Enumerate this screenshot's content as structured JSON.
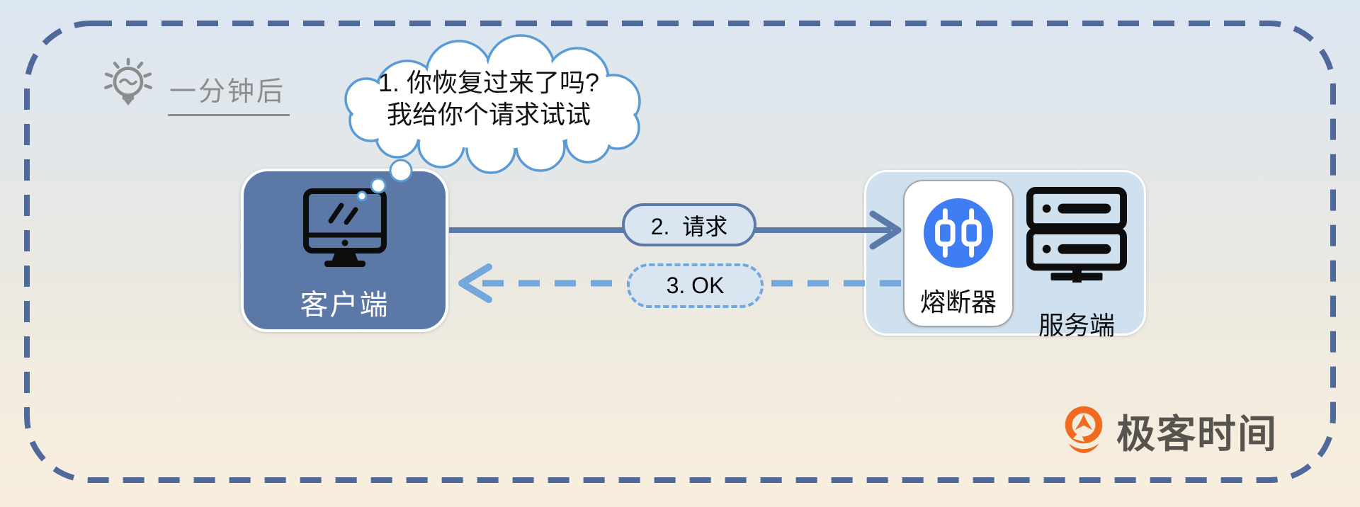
{
  "hint": {
    "label": "一分钟后",
    "icon": "lightbulb-icon"
  },
  "thought_bubble": {
    "line1": "1. 你恢复过来了吗?",
    "line2": "我给你个请求试试"
  },
  "nodes": {
    "client": {
      "label": "客户端",
      "icon": "monitor-icon"
    },
    "circuit_breaker": {
      "label": "熔断器",
      "icon": "circuit-breaker-icon"
    },
    "server": {
      "label": "服务端",
      "icon": "server-icon"
    }
  },
  "messages": {
    "request": {
      "label": "2.  请求",
      "style": "solid-arrow-right"
    },
    "response": {
      "label": "3. OK",
      "style": "dashed-arrow-left"
    }
  },
  "brand": {
    "text": "极客时间",
    "icon": "geektime-icon"
  },
  "colors": {
    "frame_border": "#50699b",
    "background_top": "#dce6f1",
    "background_bottom": "#f8eedd",
    "client_fill": "#5b78a6",
    "service_fill": "#cfe0ee",
    "breaker_card_fill": "#ffffff",
    "request_arrow": "#5b79a9",
    "response_arrow": "#74a8dc",
    "pill_fill": "#d9e6f2",
    "breaker_circle": "#3f7df2",
    "brand_orange": "#f06a20",
    "hint_gray": "#8c8c8c",
    "cloud_outline": "#5b9bd5"
  }
}
